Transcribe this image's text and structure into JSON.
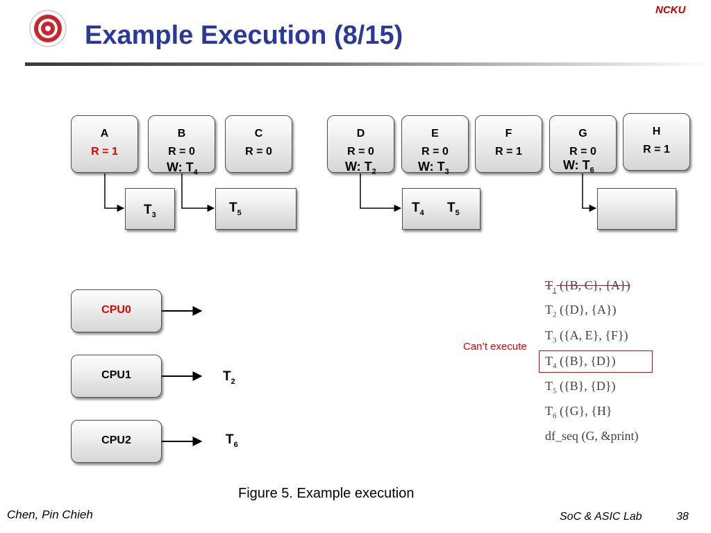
{
  "header": {
    "brand": "NCKU",
    "title": "Example Execution (8/15)"
  },
  "nodes": [
    {
      "name": "A",
      "r": "R = 1",
      "r_color": "#e00000"
    },
    {
      "name": "B",
      "r": "R = 0",
      "r_color": "#000000"
    },
    {
      "name": "C",
      "r": "R = 0",
      "r_color": "#000000"
    },
    {
      "name": "D",
      "r": "R = 0",
      "r_color": "#000000"
    },
    {
      "name": "E",
      "r": "R = 0",
      "r_color": "#000000"
    },
    {
      "name": "F",
      "r": "R = 1",
      "r_color": "#000000"
    },
    {
      "name": "G",
      "r": "R = 0",
      "r_color": "#000000"
    },
    {
      "name": "H",
      "r": "R = 1",
      "r_color": "#000000"
    }
  ],
  "wait_labels": [
    {
      "prefix": "W: T",
      "sub": "4",
      "color": "#e00000"
    },
    {
      "prefix": "W: T",
      "sub": "2",
      "color": "#000000"
    },
    {
      "prefix": "W: T",
      "sub": "3",
      "color": "#000000"
    },
    {
      "prefix": "W: T",
      "sub": "6",
      "color": "#000000"
    }
  ],
  "queues": [
    {
      "items": [
        {
          "base": "T",
          "sub": "3",
          "color": "#000000"
        }
      ]
    },
    {
      "items": [
        {
          "base": "T",
          "sub": "5",
          "color": "#000000"
        }
      ]
    },
    {
      "items": [
        {
          "base": "T",
          "sub": "4",
          "color": "#e00000"
        },
        {
          "base": "T",
          "sub": "5",
          "color": "#000000"
        }
      ]
    },
    {
      "items": []
    }
  ],
  "cpus": [
    {
      "label": "CPU0",
      "color": "#e00000",
      "task_base": "",
      "task_sub": ""
    },
    {
      "label": "CPU1",
      "color": "#000000",
      "task_base": "T",
      "task_sub": "2"
    },
    {
      "label": "CPU2",
      "color": "#000000",
      "task_base": "T",
      "task_sub": "6"
    }
  ],
  "task_list": [
    {
      "base": "T",
      "sub": "1",
      "rest": " ({B, C}, {A})",
      "struck": true
    },
    {
      "base": "T",
      "sub": "2",
      "rest": " ({D}, {A})",
      "struck": false
    },
    {
      "base": "T",
      "sub": "3",
      "rest": " ({A, E}, {F})",
      "struck": false
    },
    {
      "base": "T",
      "sub": "4",
      "rest": " ({B}, {D})",
      "struck": false
    },
    {
      "base": "T",
      "sub": "5",
      "rest": " ({B}, {D})",
      "struck": false
    },
    {
      "base": "T",
      "sub": "6",
      "rest": " ({G}, {H}",
      "struck": false
    },
    {
      "base": "df_seq (G, &print)",
      "sub": "",
      "rest": "",
      "struck": false
    }
  ],
  "annotation": "Can’t execute",
  "caption": "Figure 5. Example execution",
  "footer": {
    "author": "Chen, Pin  Chieh",
    "lab": "SoC & ASIC Lab",
    "page": "38"
  }
}
